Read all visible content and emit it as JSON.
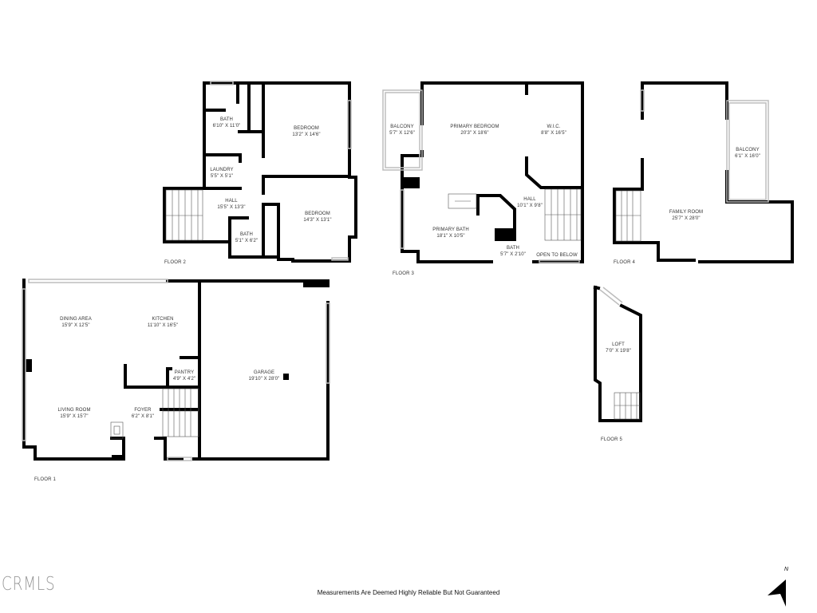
{
  "floors": [
    {
      "label": "FLOOR 1",
      "rooms": [
        {
          "name": "DINING AREA",
          "dim": "15'9\" X 12'5\""
        },
        {
          "name": "KITCHEN",
          "dim": "11'10\" X 16'5\""
        },
        {
          "name": "PANTRY",
          "dim": "4'9\" X 4'2\""
        },
        {
          "name": "GARAGE",
          "dim": "19'10\" X 28'0\""
        },
        {
          "name": "LIVING ROOM",
          "dim": "15'9\" X 15'7\""
        },
        {
          "name": "FOYER",
          "dim": "6'2\" X 8'1\""
        }
      ]
    },
    {
      "label": "FLOOR 2",
      "rooms": [
        {
          "name": "BATH",
          "dim": "6'10\" X 11'0\""
        },
        {
          "name": "BEDROOM",
          "dim": "13'2\" X 14'6\""
        },
        {
          "name": "LAUNDRY",
          "dim": "5'5\" X 5'1\""
        },
        {
          "name": "HALL",
          "dim": "15'5\" X 13'3\""
        },
        {
          "name": "BEDROOM",
          "dim": "14'3\" X 13'1\""
        },
        {
          "name": "BATH",
          "dim": "5'1\" X 6'2\""
        }
      ]
    },
    {
      "label": "FLOOR 3",
      "rooms": [
        {
          "name": "BALCONY",
          "dim": "5'7\" X 12'6\""
        },
        {
          "name": "PRIMARY BEDROOM",
          "dim": "20'3\" X 18'6\""
        },
        {
          "name": "W.I.C.",
          "dim": "8'8\" X 16'5\""
        },
        {
          "name": "HALL",
          "dim": "10'1\" X 9'8\""
        },
        {
          "name": "PRIMARY BATH",
          "dim": "18'1\" X 10'5\""
        },
        {
          "name": "BATH",
          "dim": "5'7\" X 2'10\""
        },
        {
          "name": "OPEN TO BELOW",
          "dim": ""
        }
      ]
    },
    {
      "label": "FLOOR 4",
      "rooms": [
        {
          "name": "BALCONY",
          "dim": "6'1\" X 16'0\""
        },
        {
          "name": "FAMILY ROOM",
          "dim": "25'7\" X 28'0\""
        }
      ]
    },
    {
      "label": "FLOOR 5",
      "rooms": [
        {
          "name": "LOFT",
          "dim": "7'0\" X 19'8\""
        }
      ]
    }
  ],
  "footer": {
    "logo": "CRMLS",
    "disclaimer": "Measurements Are Deemed Highly Reliable But Not Guaranteed",
    "north_label": "N"
  },
  "colors": {
    "wall": "#000000",
    "window": "#cfcfcf",
    "background": "#ffffff"
  }
}
